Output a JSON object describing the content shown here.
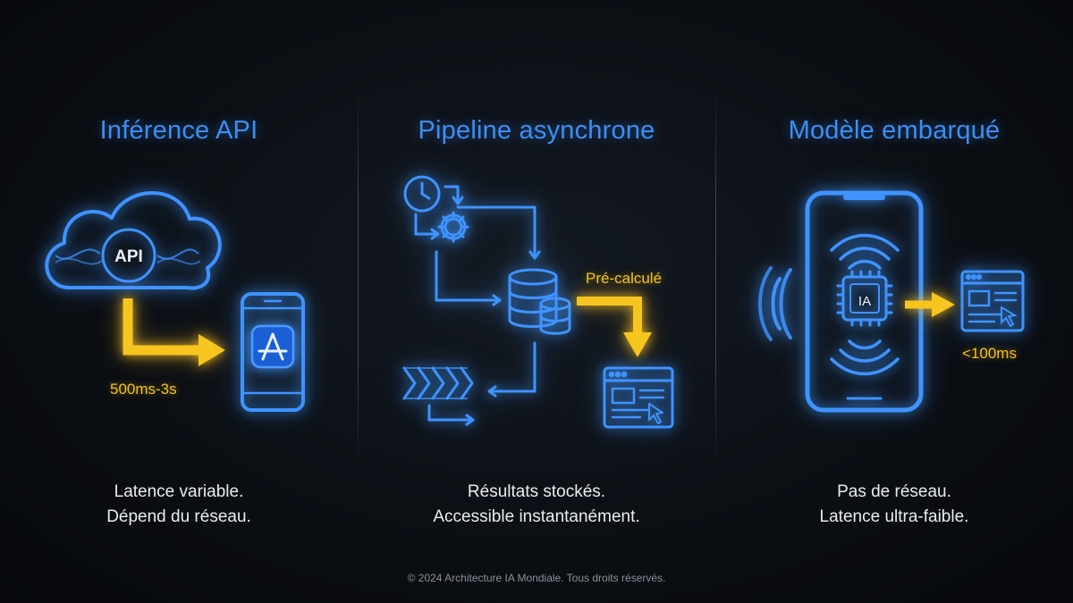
{
  "panels": [
    {
      "title": "Inférence API",
      "cloud_label": "API",
      "latency_label": "500ms-3s",
      "desc_line1": "Latence variable.",
      "desc_line2": "Dépend du réseau."
    },
    {
      "title": "Pipeline asynchrone",
      "precalc_label": "Pré-calculé",
      "desc_line1": "Résultats stockés.",
      "desc_line2": "Accessible instantanément."
    },
    {
      "title": "Modèle embarqué",
      "chip_label": "IA",
      "latency_label": "<100ms",
      "desc_line1": "Pas de réseau.",
      "desc_line2": "Latence ultra-faible."
    }
  ],
  "footer": "© 2024 Architecture IA Mondiale. Tous droits réservés.",
  "colors": {
    "accent_blue": "#3d8ef5",
    "accent_yellow": "#f5c21b",
    "background": "#0b0e13"
  },
  "icons": [
    "cloud-icon",
    "smartphone-icon",
    "app-store-icon",
    "clock-icon",
    "gear-icon",
    "database-icon",
    "browser-window-icon",
    "cursor-icon",
    "chevrons-icon",
    "ai-chip-icon",
    "signal-waves-icon"
  ]
}
